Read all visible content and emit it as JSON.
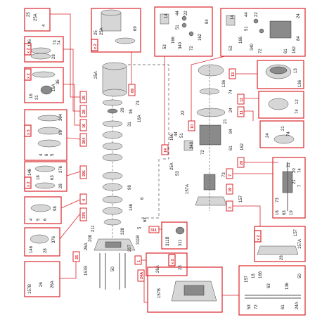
{
  "diagram": {
    "ref_boxes": [
      "25",
      "28",
      "16",
      "304",
      "291",
      "4",
      "376",
      "311",
      "1",
      "24A",
      "26",
      "69",
      "14",
      "10",
      "13",
      "12",
      "11",
      "20",
      "7",
      "19",
      "3"
    ],
    "ref_side_labels": [
      "25A",
      "211"
    ],
    "qty_badges": [
      "x 2",
      "x 2",
      "x 5",
      "x 2",
      "x 2",
      "x 2",
      "x 2"
    ],
    "kit_labels": {
      "k25": [
        "25",
        "25A",
        "4"
      ],
      "k28": [
        "146",
        "28",
        "73",
        "74"
      ],
      "k16": [
        "16",
        "16A",
        "31",
        "36"
      ],
      "k304": [
        "304",
        "98",
        "4",
        "6",
        "5"
      ],
      "k291": [
        "146",
        "376",
        "18",
        "63",
        "28"
      ],
      "k4": [
        "4",
        "5",
        "6",
        "98"
      ],
      "k376": [
        "146",
        "28",
        "376"
      ],
      "k311": [
        "311B",
        "311"
      ],
      "k26": [
        "157B",
        "26",
        "26A"
      ],
      "k1": [
        "26A",
        "28"
      ],
      "k24A": [
        "157B",
        "24A"
      ],
      "k69": [
        "25",
        "25A",
        "69"
      ],
      "k14a": [
        "14",
        "22",
        "44",
        "51",
        "166",
        "340",
        "162",
        "53",
        "72",
        "84"
      ],
      "k14b": [
        "14",
        "24",
        "22",
        "44",
        "51",
        "166",
        "340",
        "53",
        "72",
        "61",
        "162",
        "84"
      ],
      "k13": [
        "13",
        "136"
      ],
      "k12": [
        "12",
        "74"
      ],
      "k11": [
        "24",
        "21",
        "74"
      ],
      "k7": [
        "21",
        "20",
        "74",
        "7",
        "21",
        "73",
        "18",
        "63",
        "19"
      ],
      "k3": [
        "157",
        "157A",
        "28"
      ],
      "k50": [
        "157",
        "18",
        "166",
        "53",
        "72",
        "63",
        "61",
        "136",
        "24A",
        "50"
      ]
    },
    "center_labels": [
      "25A",
      "28",
      "73",
      "36",
      "16A",
      "31",
      "98",
      "6",
      "146",
      "63",
      "328",
      "5",
      "311B",
      "26A",
      "207",
      "208",
      "50",
      "157B",
      "25",
      "69",
      "22",
      "44",
      "51",
      "166",
      "340",
      "53",
      "72",
      "61",
      "84",
      "162",
      "74",
      "136",
      "24",
      "21",
      "157A",
      "73",
      "157"
    ]
  }
}
